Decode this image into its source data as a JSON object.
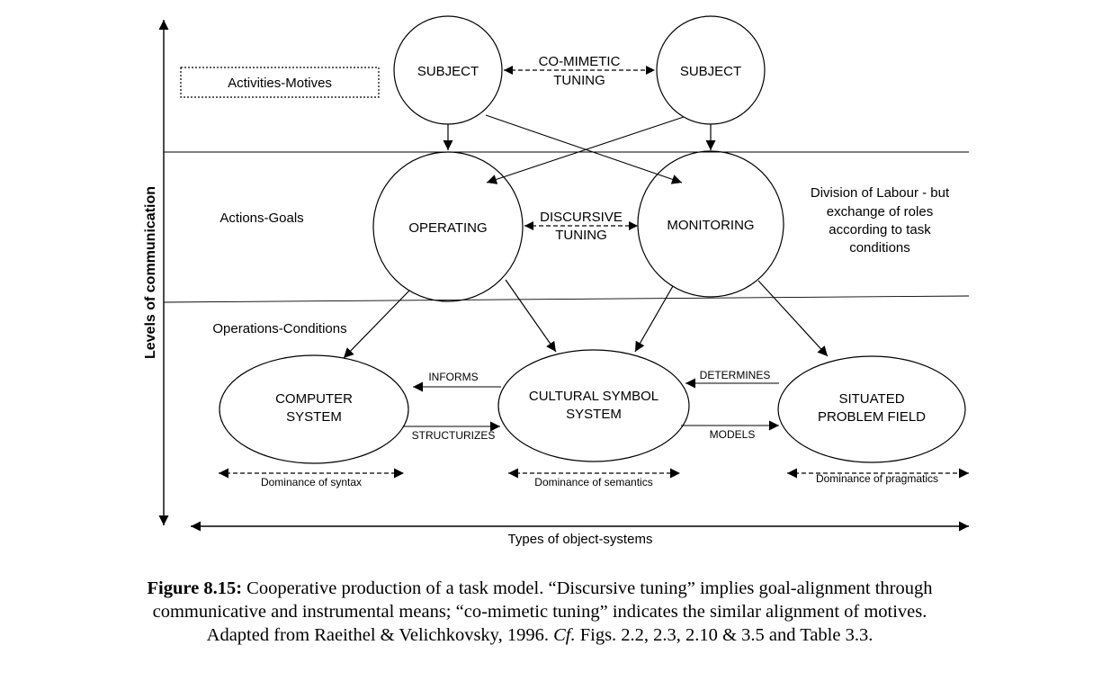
{
  "diagram": {
    "y_axis_label": "Levels of communication",
    "x_axis_label": "Types of object-systems",
    "motives_box": "Activities-Motives",
    "level_goals": "Actions-Goals",
    "level_conditions": "Operations-Conditions",
    "subject_left": "SUBJECT",
    "subject_right": "SUBJECT",
    "comimetic": [
      "CO-MIMETIC",
      "TUNING"
    ],
    "operating": "OPERATING",
    "monitoring": "MONITORING",
    "discursive": [
      "DISCURSIVE",
      "TUNING"
    ],
    "division_note": [
      "Division of Labour - but",
      "exchange of roles",
      "according to task",
      "conditions"
    ],
    "computer_system": [
      "COMPUTER",
      "SYSTEM"
    ],
    "cultural_system": [
      "CULTURAL SYMBOL",
      "SYSTEM"
    ],
    "situated_field": [
      "SITUATED",
      "PROBLEM FIELD"
    ],
    "informs": "INFORMS",
    "structurizes": "STRUCTURIZES",
    "determines": "DETERMINES",
    "models": "MODELS",
    "dominance_syntax": "Dominance of syntax",
    "dominance_semantics": "Dominance of semantics",
    "dominance_pragmatics": "Dominance of pragmatics"
  },
  "caption": {
    "label": "Figure 8.15:",
    "text_1": " Cooperative production of a task model. “Discursive tuning” implies goal-alignment through communicative and instrumental means; “co-mimetic tuning” indicates the similar alignment of motives. Adapted from Raeithel & Velichkovsky, 1996. ",
    "cf": "Cf.",
    "text_2": " Figs. 2.2, 2.3, 2.10 & 3.5 and Table 3.3."
  }
}
